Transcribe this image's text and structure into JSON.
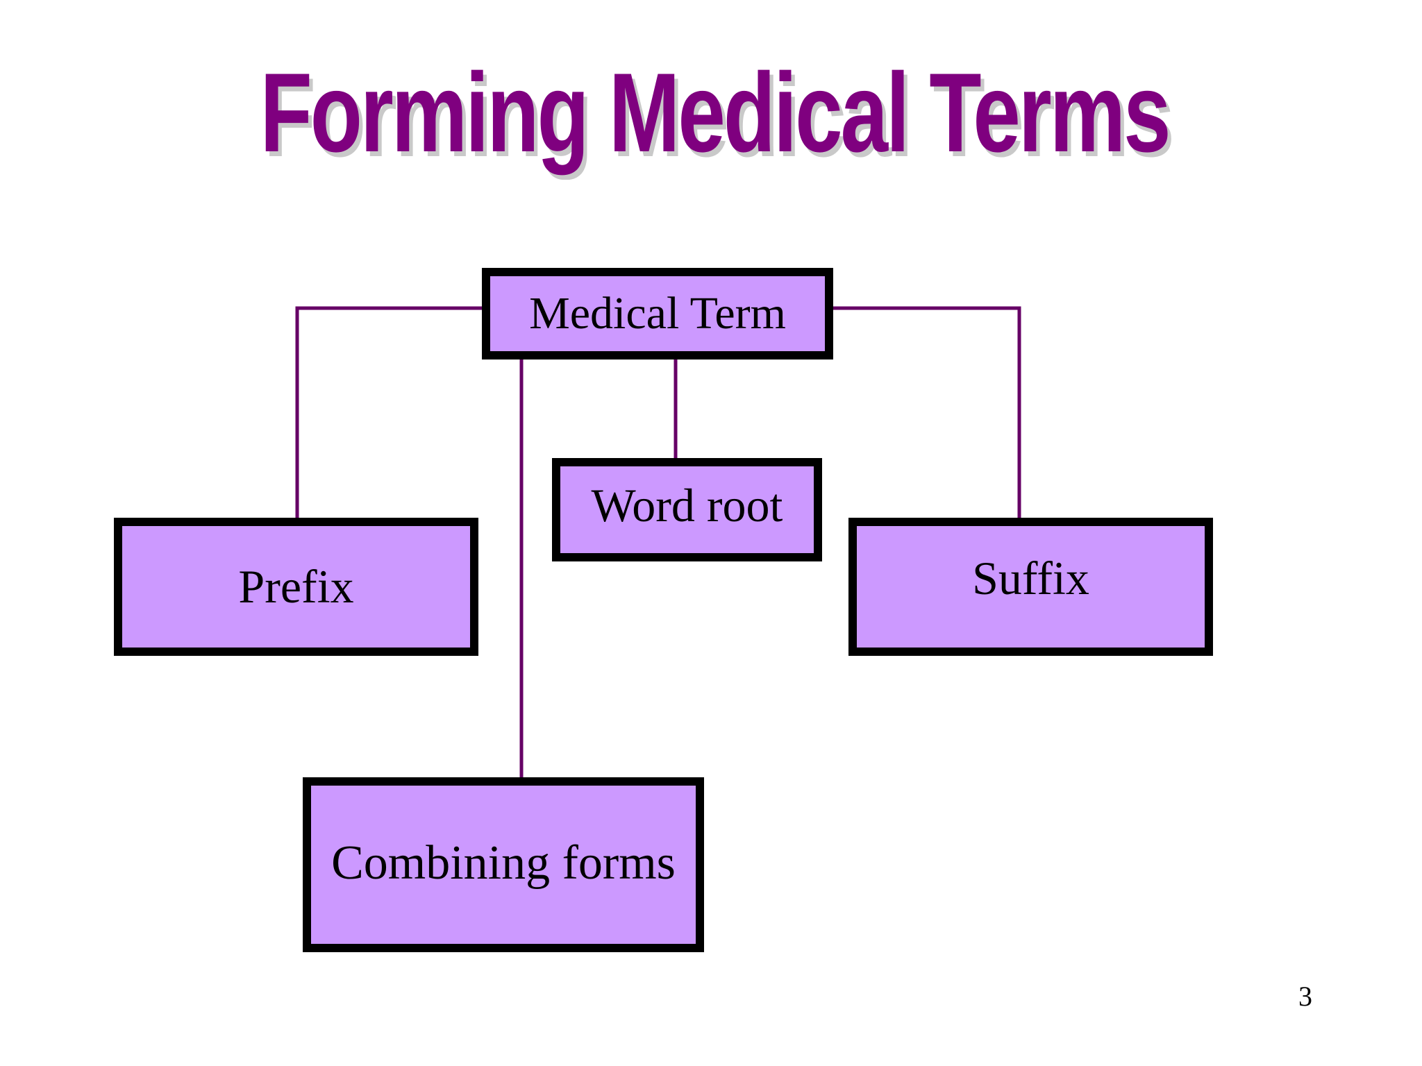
{
  "slide": {
    "title": "Forming Medical Terms",
    "page_number": "3"
  },
  "diagram": {
    "root": "Medical Term",
    "children": {
      "prefix": "Prefix",
      "word_root": "Word root",
      "suffix": "Suffix",
      "combining_forms": "Combining forms"
    }
  },
  "colors": {
    "title": "#7f007f",
    "title_shadow": "#c9c9c9",
    "box_fill": "#cc99ff",
    "box_border": "#000000",
    "connector": "#660066"
  }
}
